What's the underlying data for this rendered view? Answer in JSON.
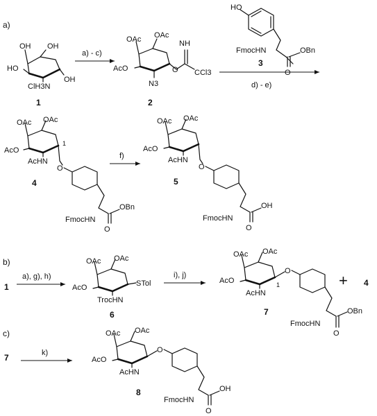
{
  "sections": {
    "a": "a)",
    "b": "b)",
    "c": "c)"
  },
  "compound_numbers": [
    "1",
    "2",
    "3",
    "4",
    "5",
    "6",
    "7",
    "4",
    "7",
    "8"
  ],
  "conditions": [
    "a) - c)",
    "d) - e)",
    "f)",
    "a), g), h)",
    "i), j)",
    "k)"
  ],
  "plus_sign": "+",
  "groups": {
    "oac": "OAc",
    "aco": "AcO",
    "ho": "HO",
    "oh": "OH",
    "ohsmall": "OH",
    "clh3n": "ClH3N",
    "n3": "N3",
    "nh": "NH",
    "ccl3": "CCl3",
    "o": "O",
    "fmochn": "FmocHN",
    "fmocnh": "FmocHN",
    "obn": "OBn",
    "achn": "AcHN",
    "trochn": "TrocHN",
    "stol": "STol",
    "one": "1"
  }
}
